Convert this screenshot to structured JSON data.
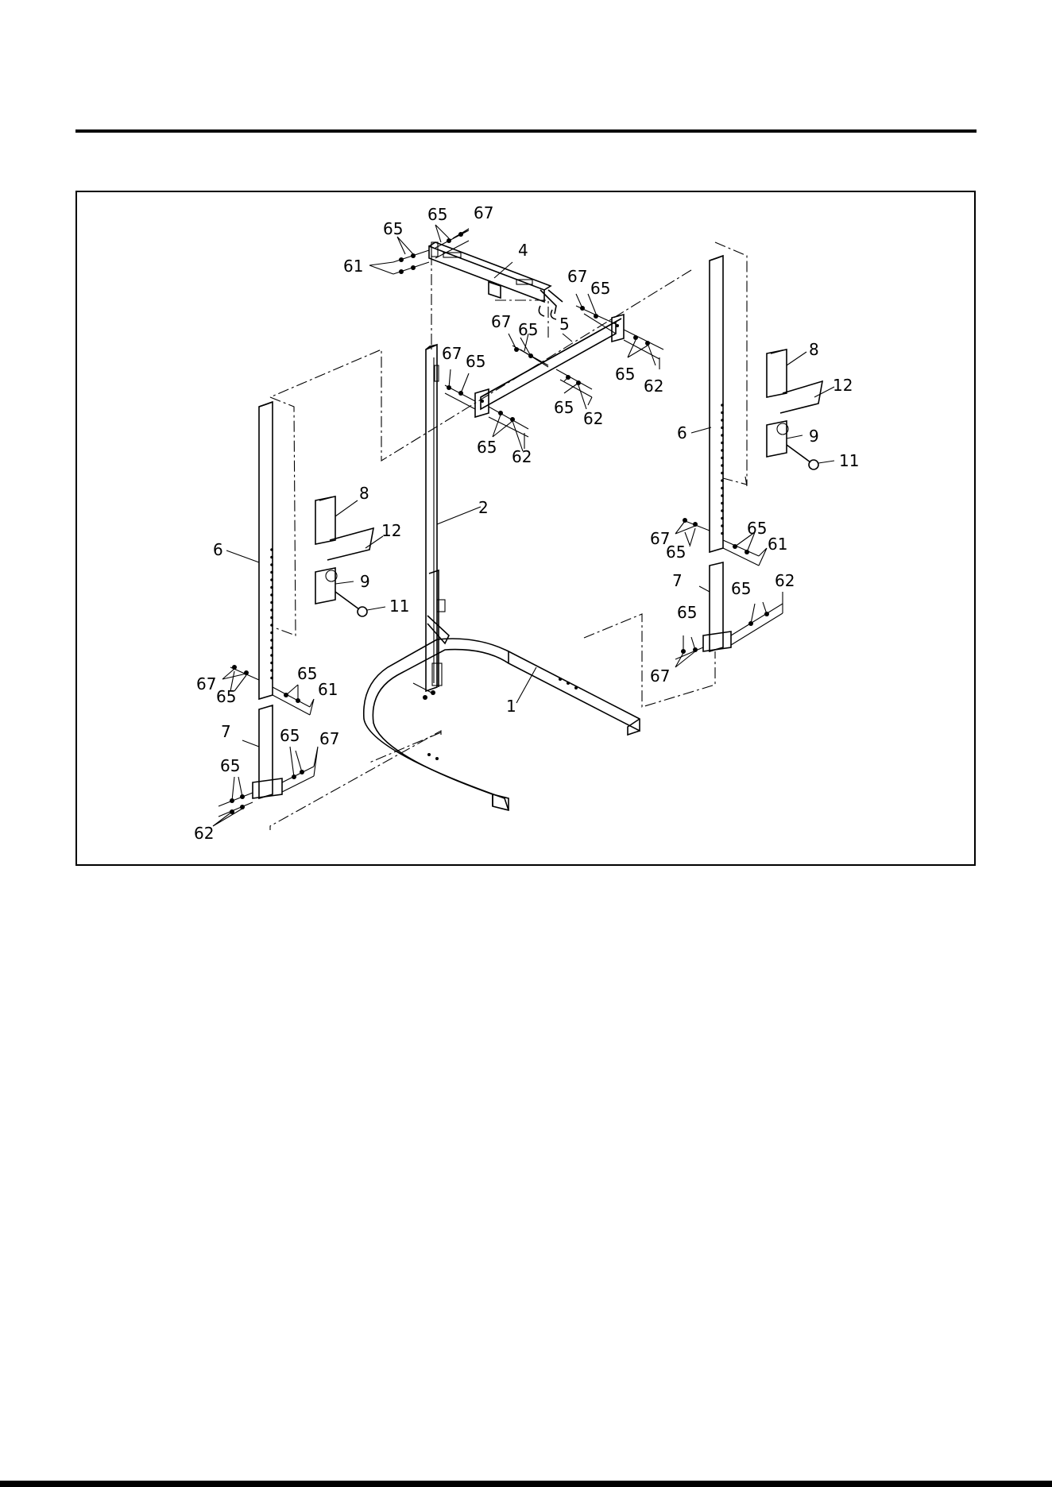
{
  "diagram": {
    "callouts": {
      "c_65_a": "65",
      "c_65_b": "65",
      "c_67_a": "67",
      "c_61_a": "61",
      "c_4": "4",
      "c_67_b": "67",
      "c_65_c": "65",
      "c_5": "5",
      "c_67_c": "67",
      "c_65_d": "65",
      "c_67_d": "67",
      "c_65_e": "65",
      "c_65_f": "65",
      "c_62_a": "62",
      "c_65_g": "65",
      "c_62_b": "62",
      "c_65_h": "65",
      "c_62_c": "62",
      "c_8_r": "8",
      "c_12_r": "12",
      "c_6_r": "6",
      "c_9_r": "9",
      "c_11_r": "11",
      "c_8_l": "8",
      "c_12_l": "12",
      "c_6_l": "6",
      "c_9_l": "9",
      "c_11_l": "11",
      "c_2": "2",
      "c_1": "1",
      "c_67_e": "67",
      "c_65_i": "65",
      "c_65_j": "65",
      "c_61_b": "61",
      "c_7_r": "7",
      "c_65_k": "65",
      "c_62_d": "62",
      "c_65_l": "65",
      "c_67_f": "67",
      "c_67_g": "67",
      "c_65_m": "65",
      "c_65_n": "65",
      "c_61_c": "61",
      "c_7_l": "7",
      "c_65_o": "65",
      "c_67_h": "67",
      "c_65_p": "65",
      "c_62_e": "62"
    }
  }
}
